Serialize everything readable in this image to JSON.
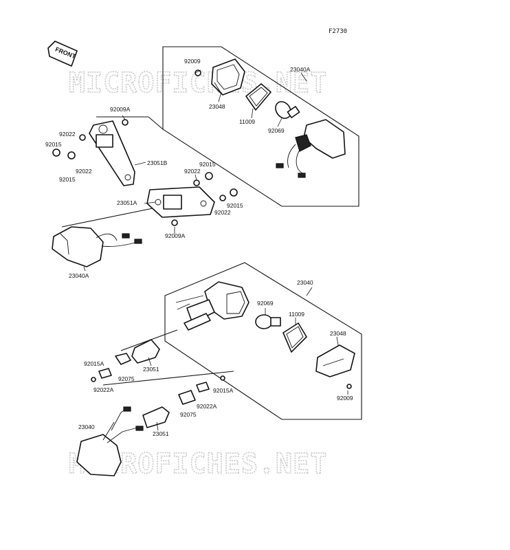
{
  "page_code": "F2730",
  "front_arrow_label": "FRONT",
  "watermark": "MICROFICHES.NET",
  "upper_assembly": {
    "part_numbers": {
      "p92009": "92009",
      "p23040A": "23040A",
      "p23048": "23048",
      "p11009": "11009",
      "p92069": "92069",
      "p92009A_top": "92009A",
      "p92022_a": "92022",
      "p92015_a": "92015",
      "p92022_b": "92022",
      "p92015_b": "92015",
      "p23051B": "23051B",
      "p92015_c": "92015",
      "p92022_c": "92022",
      "p23051A": "23051A",
      "p92015_d": "92015",
      "p92022_d": "92022",
      "p92009A_bottom": "92009A",
      "p23040A_lamp": "23040A"
    }
  },
  "lower_assembly": {
    "part_numbers": {
      "p23040": "23040",
      "p92069": "92069",
      "p11009": "11009",
      "p23048": "23048",
      "p92009": "92009",
      "p92015A_a": "92015A",
      "p23051_a": "23051",
      "p92075_a": "92075",
      "p92022A_a": "92022A",
      "p92015A_b": "92015A",
      "p92022A_b": "92022A",
      "p92075_b": "92075",
      "p23040_lamp": "23040",
      "p23051_b": "23051"
    }
  }
}
